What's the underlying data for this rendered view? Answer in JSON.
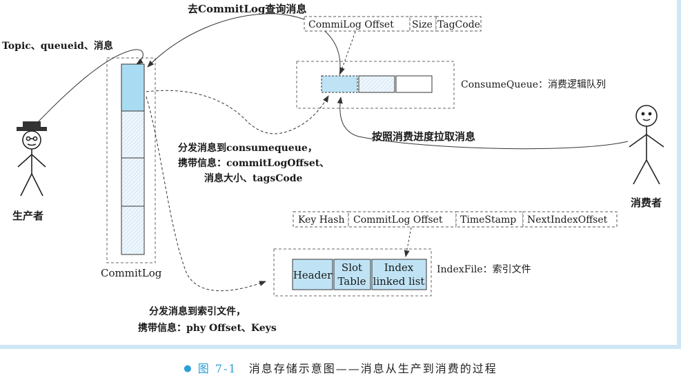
{
  "diagram": {
    "top_label": "去CommitLog查询消息",
    "producer_input": "Topic、queueid、消息",
    "producer_label": "生产者",
    "consumer_label": "消费者",
    "commitlog_label": "CommitLog",
    "cq_fields": [
      "CommiLog Offset",
      "Size",
      "TagCode"
    ],
    "cq_label": "ConsumeQueue：消费逻辑队列",
    "pull_label": "按照消费进度拉取消息",
    "dispatch_cq": [
      "分发消息到consumequeue，",
      "携带信息：commitLogOffset、",
      "消息大小、tagsCode"
    ],
    "index_fields": [
      "Key Hash",
      "CommitLog Offset",
      "TimeStamp",
      "NextIndexOffset"
    ],
    "index_blocks": [
      [
        "Header"
      ],
      [
        "Slot",
        "Table"
      ],
      [
        "Index",
        "linked list"
      ]
    ],
    "index_label": "IndexFile：索引文件",
    "dispatch_index": [
      "分发消息到索引文件，",
      "携带信息：phy Offset、Keys"
    ]
  },
  "caption": {
    "figure_number": "图 7-1",
    "text": "消息存储示意图——消息从生产到消费的过程"
  },
  "colors": {
    "accent_fill": "#bfe3f5",
    "hatch_fill": "#e6f2fa",
    "caption_blue": "#2a9fd8"
  }
}
